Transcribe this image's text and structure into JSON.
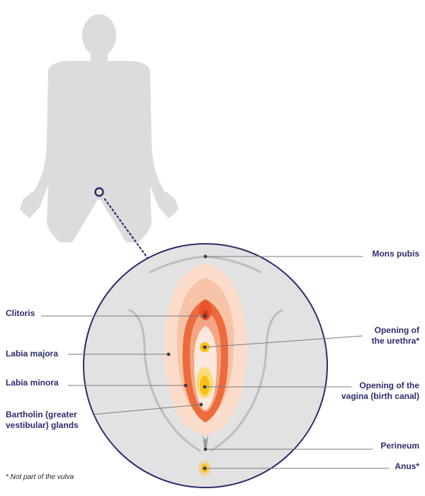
{
  "labels": {
    "mons_pubis": "Mons pubis",
    "clitoris": "Clitoris",
    "urethra": "Opening of\nthe urethra*",
    "labia_majora": "Labia majora",
    "labia_minora": "Labia minora",
    "vagina": "Opening of the\nvagina (birth canal)",
    "bartholin": "Bartholin (greater\nvestibular) glands",
    "perineum": "Perineum",
    "anus": "Anus*"
  },
  "footnote": "* Not part of the vulva",
  "colors": {
    "silhouette": "#dcdcdc",
    "circle_fill": "#e2e2e2",
    "navy": "#2b2d6b",
    "outer_peach": "#fbdcca",
    "orange": "#ec6a3c",
    "light_orange": "#f4a684",
    "yellow": "#f6c218",
    "leader": "#7a7a7a"
  }
}
